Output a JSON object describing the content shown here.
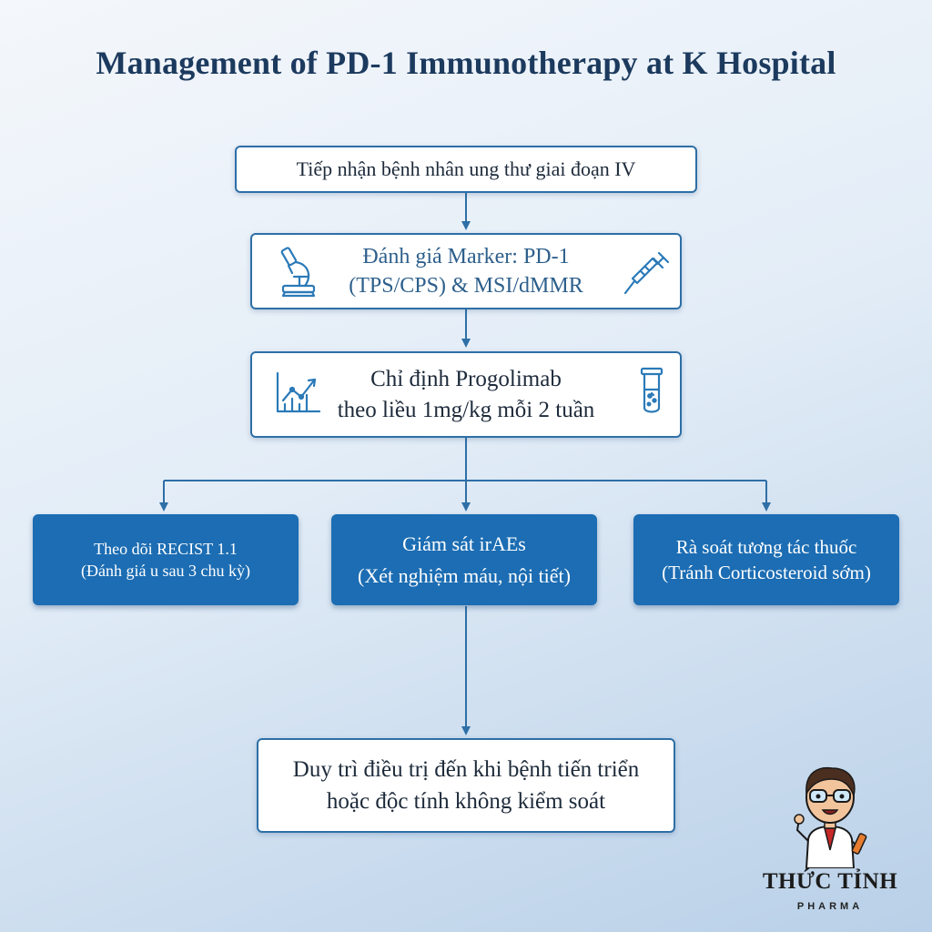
{
  "title": "Management of PD-1 Immunotherapy at K Hospital",
  "steps": {
    "intake": {
      "line1": "Tiếp nhận bệnh nhân ung thư giai đoạn IV"
    },
    "marker": {
      "line1": "Đánh giá Marker: PD-1",
      "line2": "(TPS/CPS) & MSI/dMMR",
      "icon_left": "microscope-icon",
      "icon_right": "syringe-icon"
    },
    "prescribe": {
      "line1": "Chỉ định Progolimab",
      "line2": "theo liều 1mg/kg mỗi 2 tuần",
      "icon_left": "growth-chart-icon",
      "icon_right": "test-tube-icon"
    },
    "recist": {
      "line1": "Theo dõi RECIST 1.1",
      "line2": "(Đánh giá u sau 3 chu kỳ)"
    },
    "irae": {
      "line1": "Giám sát irAEs",
      "line2": "(Xét nghiệm máu, nội tiết)"
    },
    "interaction": {
      "line1": "Rà soát tương tác thuốc",
      "line2": "(Tránh Corticosteroid sớm)"
    },
    "maintain": {
      "line1": "Duy trì điều trị đến khi bệnh tiến triển",
      "line2": "hoặc độc tính không kiểm soát"
    }
  },
  "brand": {
    "name": "THỨC TỈNH",
    "sub": "PHARMA",
    "mascot": "pharmacist-mascot-icon"
  },
  "colors": {
    "title": "#1c3a5e",
    "accent": "#1c6db3",
    "border": "#2e6fa6",
    "icon": "#2b7ab8"
  }
}
